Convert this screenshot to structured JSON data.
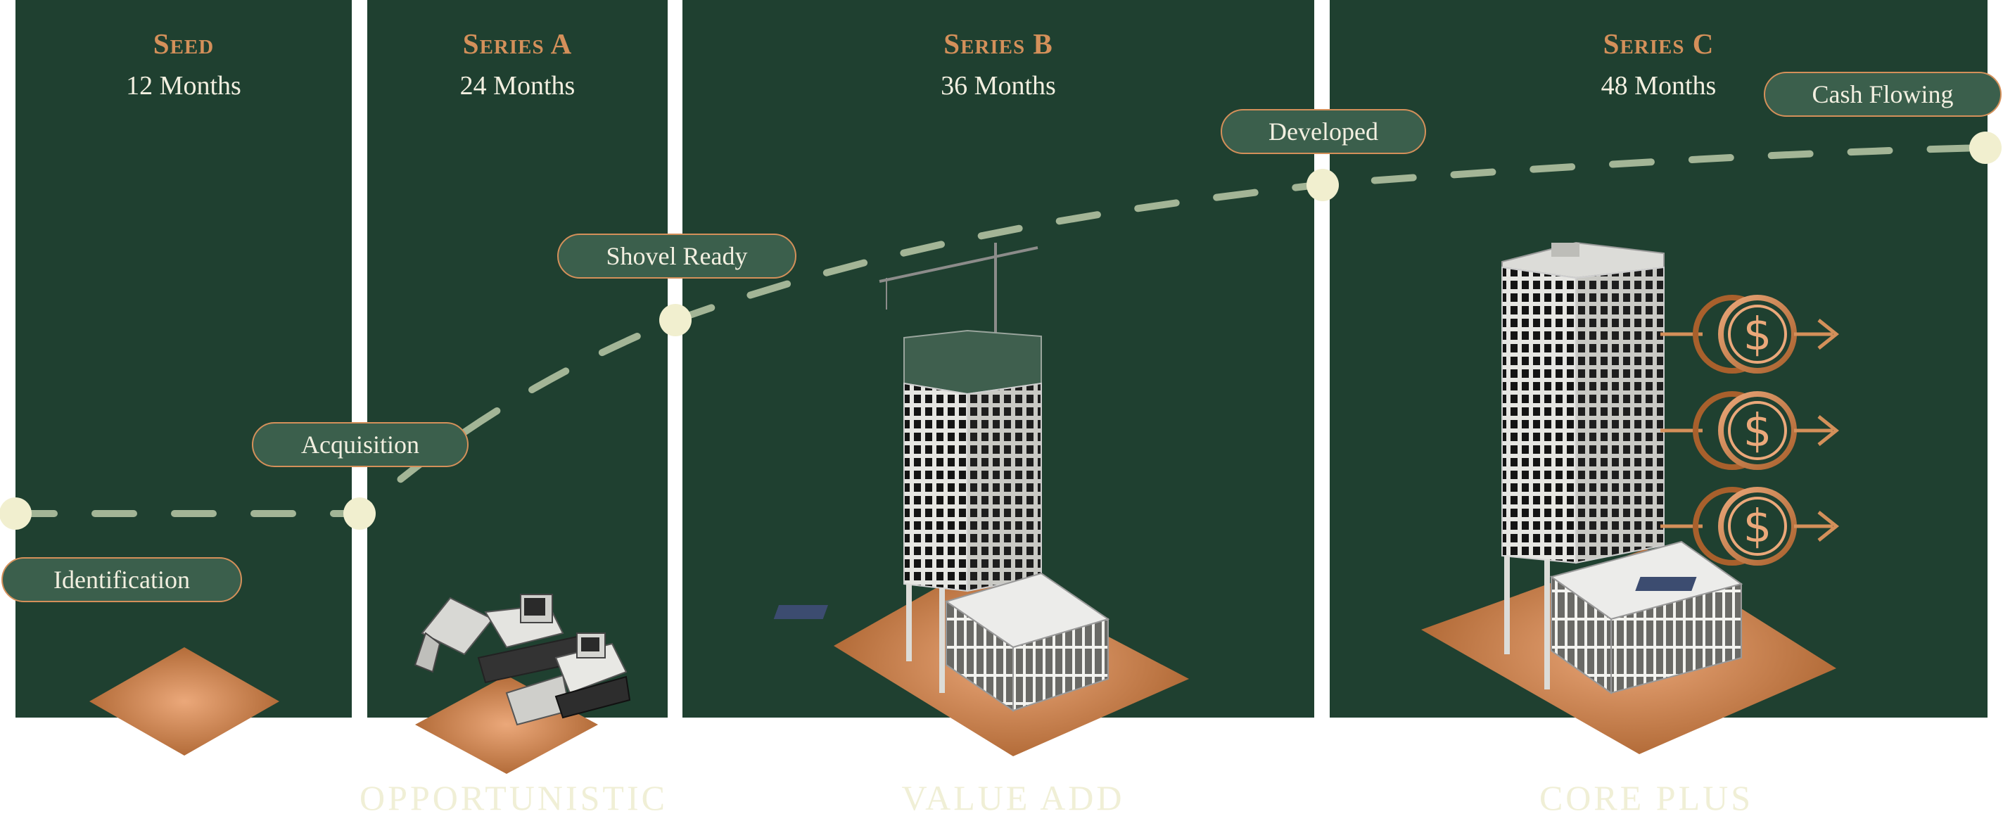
{
  "colors": {
    "panel": "#1f4030",
    "accent": "#d4905a",
    "text_light": "#f2efe0",
    "pill_fill": "#3b5f4c",
    "dash": "#a3b596",
    "dot": "#f1efcf",
    "copper_dark": "#a8602c",
    "copper_light": "#eba87a",
    "faint_label": "#f0efd6"
  },
  "stages": [
    {
      "title": "Seed",
      "duration": "12 Months"
    },
    {
      "title": "Series A",
      "duration": "24 Months"
    },
    {
      "title": "Series B",
      "duration": "36 Months"
    },
    {
      "title": "Series C",
      "duration": "48 Months"
    }
  ],
  "milestones": [
    {
      "label": "Identification"
    },
    {
      "label": "Acquisition"
    },
    {
      "label": "Shovel Ready"
    },
    {
      "label": "Developed"
    },
    {
      "label": "Cash Flowing"
    }
  ],
  "strategies": [
    "OPPORTUNISTIC",
    "VALUE ADD",
    "CORE PLUS"
  ],
  "icons": {
    "equipment": "excavator-bulldozer-icon",
    "construction": "tower-under-construction-icon",
    "completed": "completed-tower-icon",
    "cashflow": "dollar-coin-icon"
  }
}
